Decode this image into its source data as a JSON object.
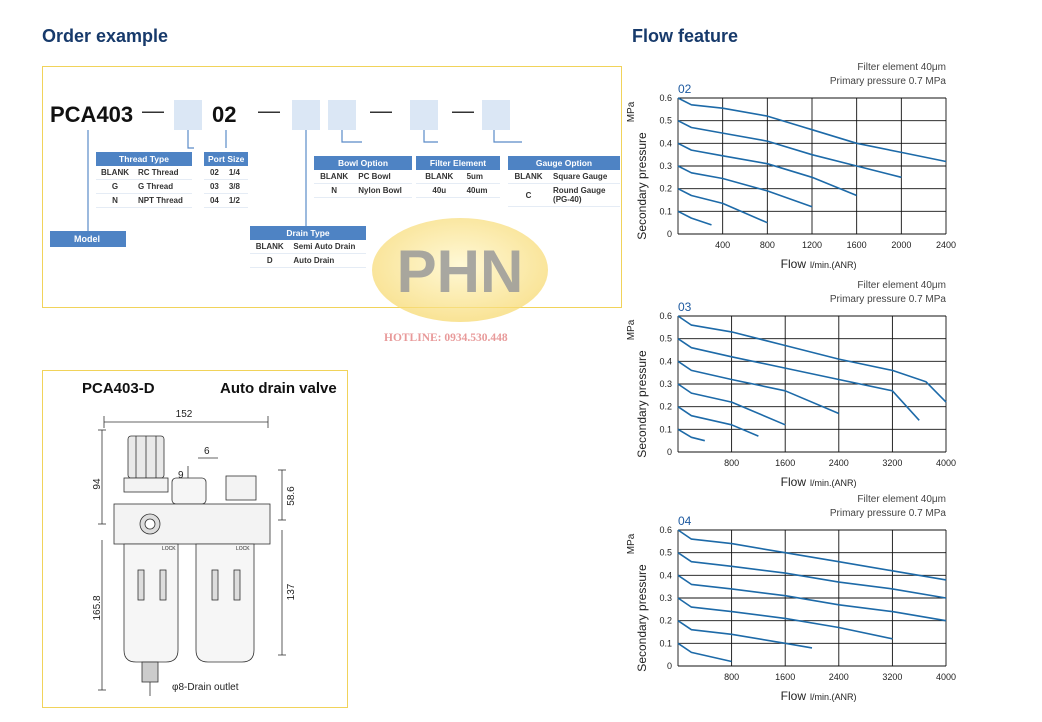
{
  "order_title": "Order example",
  "flow_title": "Flow feature",
  "order": {
    "code_prefix": "PCA403",
    "port_value": "02",
    "model_label": "Model",
    "thread_type": {
      "title": "Thread Type",
      "rows": [
        [
          "BLANK",
          "RC Thread"
        ],
        [
          "G",
          "G Thread"
        ],
        [
          "N",
          "NPT Thread"
        ]
      ]
    },
    "port_size": {
      "title": "Port Size",
      "rows": [
        [
          "02",
          "1/4"
        ],
        [
          "03",
          "3/8"
        ],
        [
          "04",
          "1/2"
        ]
      ]
    },
    "bowl_option": {
      "title": "Bowl Option",
      "rows": [
        [
          "BLANK",
          "PC Bowl"
        ],
        [
          "N",
          "Nylon Bowl"
        ]
      ]
    },
    "filter_element": {
      "title": "Filter Element",
      "rows": [
        [
          "BLANK",
          "5um"
        ],
        [
          "40u",
          "40um"
        ]
      ]
    },
    "gauge_option": {
      "title": "Gauge Option",
      "rows": [
        [
          "BLANK",
          "Square Gauge"
        ],
        [
          "C",
          "Round Gauge\n(PG-40)"
        ]
      ]
    },
    "drain_type": {
      "title": "Drain Type",
      "rows": [
        [
          "BLANK",
          "Semi Auto Drain"
        ],
        [
          "D",
          "Auto Drain"
        ]
      ]
    }
  },
  "watermark": {
    "logo_text": "PHN",
    "hotline": "HOTLINE: 0934.530.448"
  },
  "dimension_figure": {
    "title": "PCA403-D",
    "subtitle": "Auto drain valve",
    "dims": {
      "width": "152",
      "d6": "6",
      "d9": "9",
      "d94": "94",
      "d58": "58.6",
      "d165": "165.8",
      "d137": "137"
    },
    "drain_label": "φ8-Drain outlet",
    "lock_label": "LOCK"
  },
  "chart_data": [
    {
      "type": "line",
      "title": "02",
      "note1": "Filter element 40μm",
      "note2": "Primary pressure 0.7 MPa",
      "xlabel": "Flow",
      "xunit": "l/min.(ANR)",
      "ylabel": "Secondary pressure",
      "yunit": "MPa",
      "xlim": [
        0,
        2400
      ],
      "ylim": [
        0,
        0.6
      ],
      "xticks": [
        "400",
        "800",
        "1200",
        "1600",
        "2000",
        "2400"
      ],
      "yticks": [
        "0",
        "0.1",
        "0.2",
        "0.3",
        "0.4",
        "0.5",
        "0.6"
      ],
      "grid": true,
      "series": [
        {
          "values": [
            [
              0,
              0.6
            ],
            [
              120,
              0.57
            ],
            [
              400,
              0.555
            ],
            [
              800,
              0.52
            ],
            [
              1200,
              0.46
            ],
            [
              1600,
              0.4
            ],
            [
              2000,
              0.36
            ],
            [
              2400,
              0.32
            ]
          ]
        },
        {
          "values": [
            [
              0,
              0.5
            ],
            [
              120,
              0.47
            ],
            [
              400,
              0.445
            ],
            [
              800,
              0.41
            ],
            [
              1200,
              0.35
            ],
            [
              1600,
              0.3
            ],
            [
              2000,
              0.25
            ]
          ]
        },
        {
          "values": [
            [
              0,
              0.4
            ],
            [
              120,
              0.37
            ],
            [
              400,
              0.345
            ],
            [
              800,
              0.31
            ],
            [
              1200,
              0.25
            ],
            [
              1600,
              0.17
            ]
          ]
        },
        {
          "values": [
            [
              0,
              0.3
            ],
            [
              120,
              0.27
            ],
            [
              400,
              0.245
            ],
            [
              800,
              0.19
            ],
            [
              1200,
              0.12
            ]
          ]
        },
        {
          "values": [
            [
              0,
              0.2
            ],
            [
              120,
              0.17
            ],
            [
              400,
              0.135
            ],
            [
              800,
              0.05
            ]
          ]
        },
        {
          "values": [
            [
              0,
              0.1
            ],
            [
              120,
              0.07
            ],
            [
              300,
              0.04
            ]
          ]
        }
      ]
    },
    {
      "type": "line",
      "title": "03",
      "note1": "Filter element 40μm",
      "note2": "Primary pressure 0.7 MPa",
      "xlabel": "Flow",
      "xunit": "l/min.(ANR)",
      "ylabel": "Secondary pressure",
      "yunit": "MPa",
      "xlim": [
        0,
        4000
      ],
      "ylim": [
        0,
        0.6
      ],
      "xticks": [
        "800",
        "1600",
        "2400",
        "3200",
        "4000"
      ],
      "yticks": [
        "0",
        "0.1",
        "0.2",
        "0.3",
        "0.4",
        "0.5",
        "0.6"
      ],
      "grid": true,
      "series": [
        {
          "values": [
            [
              0,
              0.6
            ],
            [
              200,
              0.56
            ],
            [
              800,
              0.53
            ],
            [
              1600,
              0.47
            ],
            [
              2400,
              0.41
            ],
            [
              3200,
              0.36
            ],
            [
              3700,
              0.31
            ],
            [
              4000,
              0.22
            ]
          ]
        },
        {
          "values": [
            [
              0,
              0.5
            ],
            [
              200,
              0.46
            ],
            [
              800,
              0.42
            ],
            [
              1600,
              0.37
            ],
            [
              2400,
              0.32
            ],
            [
              3200,
              0.27
            ],
            [
              3600,
              0.14
            ]
          ]
        },
        {
          "values": [
            [
              0,
              0.4
            ],
            [
              200,
              0.36
            ],
            [
              800,
              0.32
            ],
            [
              1600,
              0.27
            ],
            [
              2400,
              0.17
            ]
          ]
        },
        {
          "values": [
            [
              0,
              0.3
            ],
            [
              200,
              0.26
            ],
            [
              800,
              0.22
            ],
            [
              1600,
              0.12
            ]
          ]
        },
        {
          "values": [
            [
              0,
              0.2
            ],
            [
              200,
              0.16
            ],
            [
              800,
              0.12
            ],
            [
              1200,
              0.07
            ]
          ]
        },
        {
          "values": [
            [
              0,
              0.1
            ],
            [
              200,
              0.065
            ],
            [
              400,
              0.05
            ]
          ]
        }
      ]
    },
    {
      "type": "line",
      "title": "04",
      "note1": "Filter element 40μm",
      "note2": "Primary pressure 0.7 MPa",
      "xlabel": "Flow",
      "xunit": "l/min.(ANR)",
      "ylabel": "Secondary pressure",
      "yunit": "MPa",
      "xlim": [
        0,
        4000
      ],
      "ylim": [
        0,
        0.6
      ],
      "xticks": [
        "800",
        "1600",
        "2400",
        "3200",
        "4000"
      ],
      "yticks": [
        "0",
        "0.1",
        "0.2",
        "0.3",
        "0.4",
        "0.5",
        "0.6"
      ],
      "grid": true,
      "series": [
        {
          "values": [
            [
              0,
              0.6
            ],
            [
              200,
              0.56
            ],
            [
              800,
              0.54
            ],
            [
              1600,
              0.5
            ],
            [
              2400,
              0.46
            ],
            [
              3200,
              0.42
            ],
            [
              4000,
              0.38
            ]
          ]
        },
        {
          "values": [
            [
              0,
              0.5
            ],
            [
              200,
              0.46
            ],
            [
              800,
              0.44
            ],
            [
              1600,
              0.41
            ],
            [
              2400,
              0.37
            ],
            [
              3200,
              0.34
            ],
            [
              4000,
              0.3
            ]
          ]
        },
        {
          "values": [
            [
              0,
              0.4
            ],
            [
              200,
              0.36
            ],
            [
              800,
              0.34
            ],
            [
              1600,
              0.31
            ],
            [
              2400,
              0.27
            ],
            [
              3200,
              0.24
            ],
            [
              4000,
              0.2
            ]
          ]
        },
        {
          "values": [
            [
              0,
              0.3
            ],
            [
              200,
              0.26
            ],
            [
              800,
              0.24
            ],
            [
              1600,
              0.21
            ],
            [
              2400,
              0.17
            ],
            [
              3200,
              0.12
            ]
          ]
        },
        {
          "values": [
            [
              0,
              0.2
            ],
            [
              200,
              0.16
            ],
            [
              800,
              0.14
            ],
            [
              1600,
              0.1
            ],
            [
              2000,
              0.08
            ]
          ]
        },
        {
          "values": [
            [
              0,
              0.1
            ],
            [
              200,
              0.06
            ],
            [
              800,
              0.02
            ]
          ]
        }
      ]
    }
  ]
}
